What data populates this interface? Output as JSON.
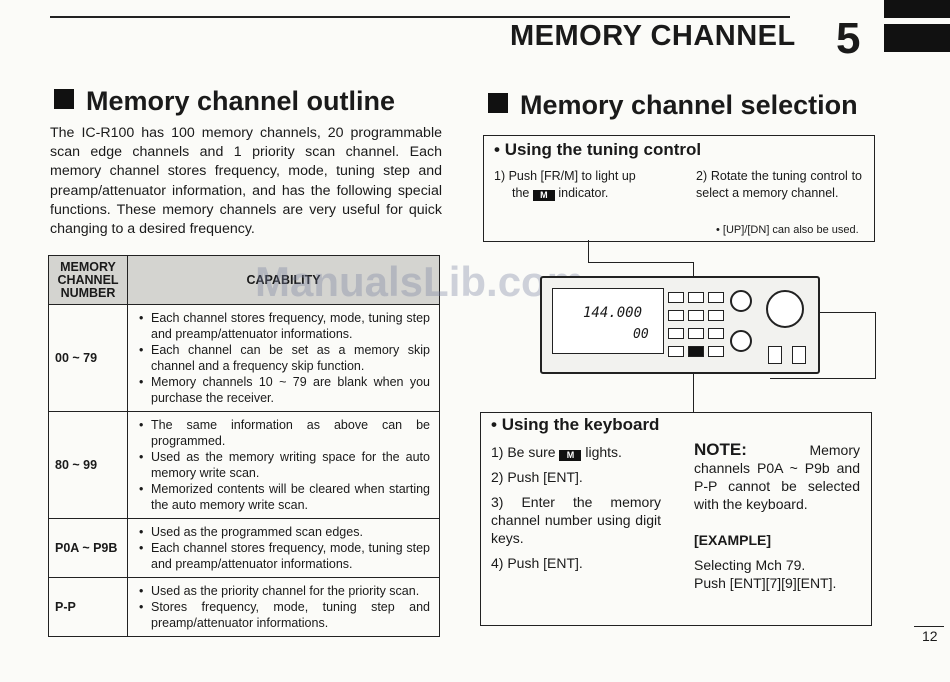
{
  "header": {
    "title": "MEMORY CHANNEL",
    "chapter": "5"
  },
  "left": {
    "heading": "Memory channel outline",
    "intro": "The IC-R100 has 100 memory channels, 20 programmable scan edge channels and 1 priority scan channel.  Each memory channel stores frequency, mode, tuning step and preamp/attenuator information, and has the following special functions.  These memory channels are very useful for quick changing to a desired frequency.",
    "table": {
      "head_left": [
        "MEMORY",
        "CHANNEL",
        "NUMBER"
      ],
      "head_right": "CAPABILITY",
      "rows": [
        {
          "num": "00 ~ 79",
          "items": [
            "Each channel stores frequency, mode, tuning step and preamp/attenuator informations.",
            "Each channel can be set as a memory skip channel and a frequency skip function.",
            "Memory channels 10 ~ 79 are blank when you purchase the receiver."
          ]
        },
        {
          "num": "80 ~ 99",
          "items": [
            "The same information as above can be programmed.",
            "Used as the memory writing space for the auto memory write scan.",
            "Memorized contents will be cleared when starting the auto memory write scan."
          ]
        },
        {
          "num": "P0A ~ P9B",
          "items": [
            "Used as the programmed scan edges.",
            "Each channel stores frequency, mode, tuning step and preamp/attenuator informations."
          ]
        },
        {
          "num": "P-P",
          "items": [
            "Used as the priority channel for the priority scan.",
            "Stores frequency, mode, tuning step and preamp/attenuator informations."
          ]
        }
      ]
    }
  },
  "right": {
    "heading": "Memory channel selection",
    "tuning": {
      "title": "Using the tuning control",
      "step1_a": "1)  Push [FR/M] to light up",
      "step1_b": "the",
      "step1_c": "indicator.",
      "step2": "2)  Rotate the tuning control to select a memory channel.",
      "note": "[UP]/[DN] can also be used."
    },
    "display": {
      "freq": "144.000",
      "ch": "00"
    },
    "keyboard": {
      "title": "Using the keyboard",
      "s1_a": "1)  Be sure",
      "s1_b": "lights.",
      "s2": "2)  Push [ENT].",
      "s3": "3)  Enter the memory channel number using digit keys.",
      "s4": "4)  Push [ENT].",
      "note_label": "NOTE:",
      "note_text": "Memory channels P0A ~ P9b and P-P cannot be selected with the keyboard.",
      "example_label": "[EXAMPLE]",
      "example_1": "Selecting Mch 79.",
      "example_2": "Push [ENT][7][9][ENT]."
    },
    "m_indicator": "M"
  },
  "footer": {
    "page": "12"
  },
  "watermark": "ManualsLib.com"
}
